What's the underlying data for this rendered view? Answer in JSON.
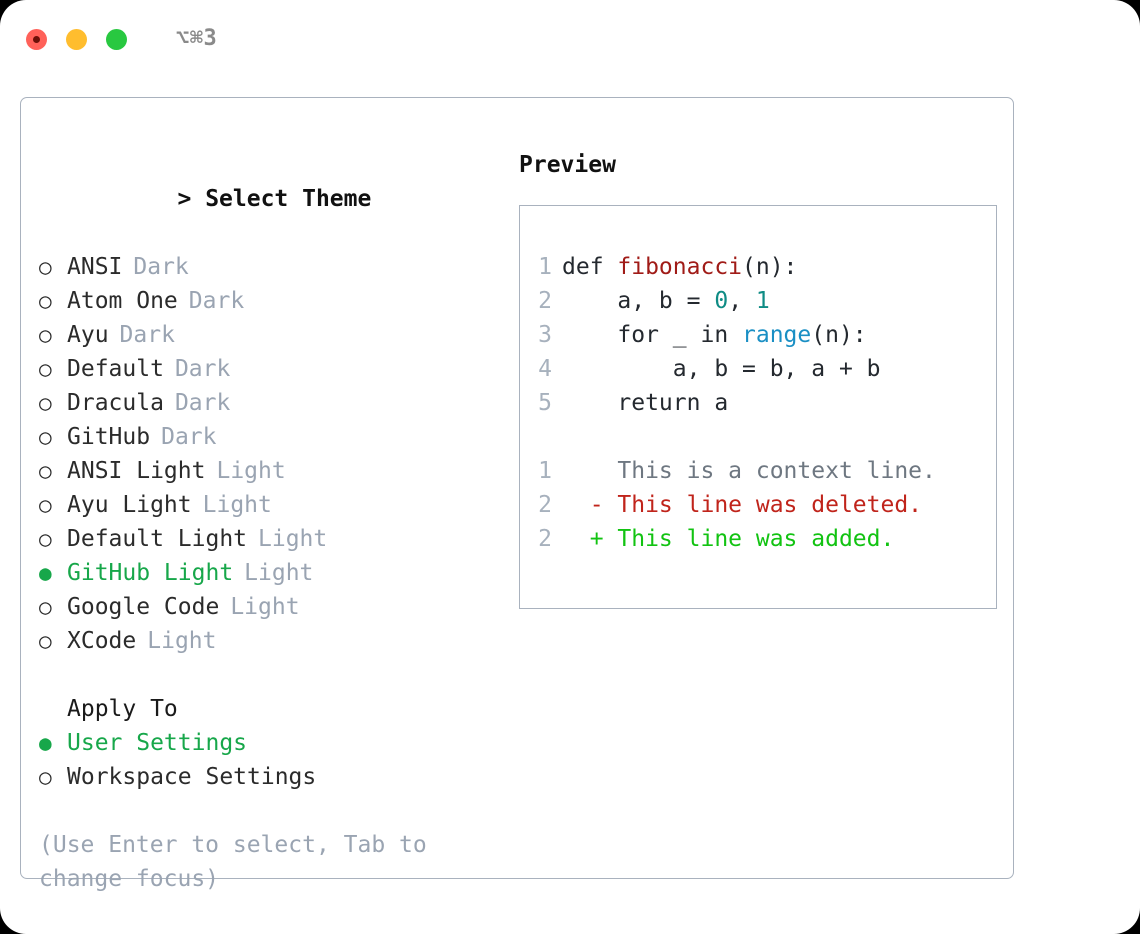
{
  "window": {
    "shortcut": "⌥⌘3",
    "traffic_lights": [
      {
        "name": "close",
        "color": "#ff6159"
      },
      {
        "name": "minimize",
        "color": "#ffbd2e"
      },
      {
        "name": "maximize",
        "color": "#28c840"
      }
    ]
  },
  "colors": {
    "selected_green": "#17a74a",
    "tag_gray": "#9aa4b2",
    "border": "#a9b2be",
    "lineno": "#a7b1bd",
    "syntax_function": "#a01b17",
    "syntax_number": "#0f8c85",
    "syntax_call": "#1a8fc4",
    "diff_context": "#6e7781",
    "diff_deleted": "#c0241b",
    "diff_added": "#12c312"
  },
  "theme_section": {
    "caret": "> ",
    "title": "Select Theme",
    "bullet_selected": "●",
    "bullet_unselected": "○",
    "items": [
      {
        "label": "ANSI",
        "tag": "Dark",
        "selected": false
      },
      {
        "label": "Atom One",
        "tag": "Dark",
        "selected": false
      },
      {
        "label": "Ayu",
        "tag": "Dark",
        "selected": false
      },
      {
        "label": "Default",
        "tag": "Dark",
        "selected": false
      },
      {
        "label": "Dracula",
        "tag": "Dark",
        "selected": false
      },
      {
        "label": "GitHub",
        "tag": "Dark",
        "selected": false
      },
      {
        "label": "ANSI Light",
        "tag": "Light",
        "selected": false
      },
      {
        "label": "Ayu Light",
        "tag": "Light",
        "selected": false
      },
      {
        "label": "Default Light",
        "tag": "Light",
        "selected": false
      },
      {
        "label": "GitHub Light",
        "tag": "Light",
        "selected": true
      },
      {
        "label": "Google Code",
        "tag": "Light",
        "selected": false
      },
      {
        "label": "XCode",
        "tag": "Light",
        "selected": false
      }
    ]
  },
  "apply_section": {
    "title": "Apply To",
    "items": [
      {
        "label": "User Settings",
        "tag": "",
        "selected": true
      },
      {
        "label": "Workspace Settings",
        "tag": "",
        "selected": false
      }
    ]
  },
  "hint": "(Use Enter to select, Tab to change focus)",
  "preview": {
    "title": "Preview",
    "code_lines": [
      {
        "no": "1",
        "parts": [
          {
            "t": "def ",
            "c": "kw"
          },
          {
            "t": "fibonacci",
            "c": "fn"
          },
          {
            "t": "(n):",
            "c": "plain"
          }
        ]
      },
      {
        "no": "2",
        "parts": [
          {
            "t": "    a, b = ",
            "c": "plain"
          },
          {
            "t": "0",
            "c": "num"
          },
          {
            "t": ", ",
            "c": "plain"
          },
          {
            "t": "1",
            "c": "num"
          }
        ]
      },
      {
        "no": "3",
        "parts": [
          {
            "t": "    for _ in ",
            "c": "plain"
          },
          {
            "t": "range",
            "c": "call"
          },
          {
            "t": "(n):",
            "c": "plain"
          }
        ]
      },
      {
        "no": "4",
        "parts": [
          {
            "t": "        a, b = b, a + b",
            "c": "plain"
          }
        ]
      },
      {
        "no": "5",
        "parts": [
          {
            "t": "    return a",
            "c": "plain"
          }
        ]
      }
    ],
    "diff_lines": [
      {
        "no": "1",
        "marker": " ",
        "text": " This is a context line.",
        "kind": "ctx"
      },
      {
        "no": "2",
        "marker": "-",
        "text": " This line was deleted.",
        "kind": "del"
      },
      {
        "no": "2",
        "marker": "+",
        "text": " This line was added.",
        "kind": "add"
      }
    ]
  }
}
